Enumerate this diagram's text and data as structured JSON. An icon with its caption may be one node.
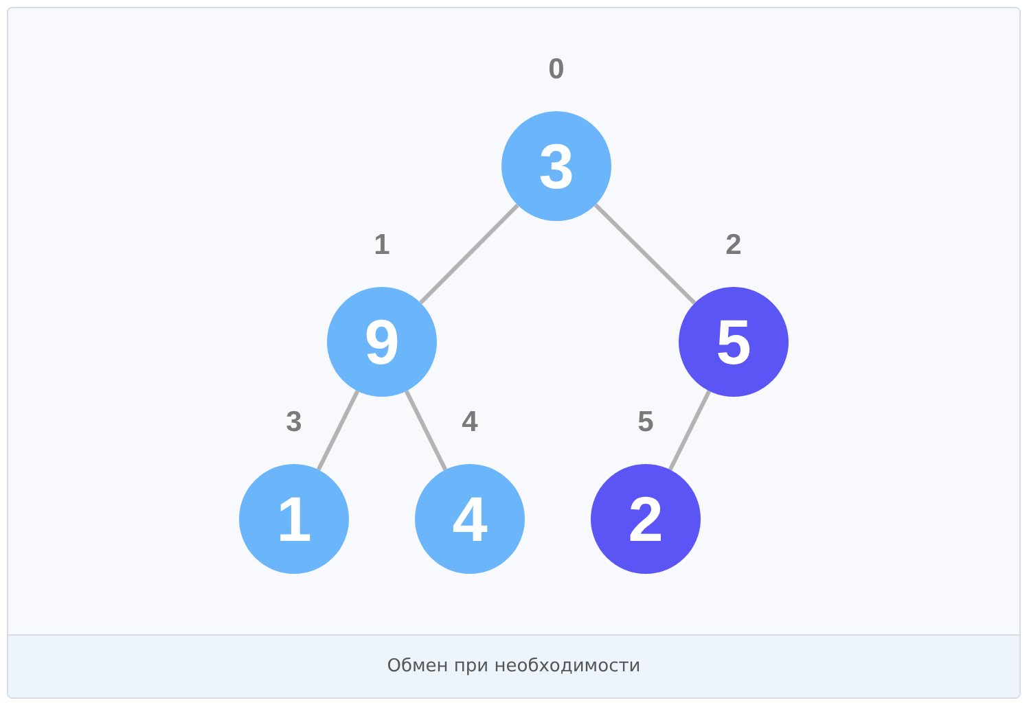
{
  "diagram": {
    "caption": "Обмен при необходимости",
    "nodes": [
      {
        "text": [
          "3"
        ],
        "beside": [
          "0"
        ]
      },
      {
        "text": [
          "9"
        ],
        "beside": [
          "1"
        ]
      },
      {
        "text": [
          "5"
        ],
        "beside": [
          "2"
        ]
      },
      {
        "text": [
          "1"
        ],
        "beside": [
          "3"
        ]
      },
      {
        "text": [
          "4"
        ],
        "beside": [
          "4"
        ]
      },
      {
        "text": [
          "2"
        ],
        "beside": [
          "5"
        ]
      }
    ],
    "edges": [
      {
        "from": 0,
        "to": 1,
        "arrow": "none"
      },
      {
        "from": 0,
        "to": 2,
        "arrow": "none"
      },
      {
        "from": 1,
        "to": 3,
        "arrow": "none"
      },
      {
        "from": 1,
        "to": 4,
        "arrow": "none"
      },
      {
        "from": 2,
        "to": 5,
        "arrow": "none"
      }
    ]
  }
}
